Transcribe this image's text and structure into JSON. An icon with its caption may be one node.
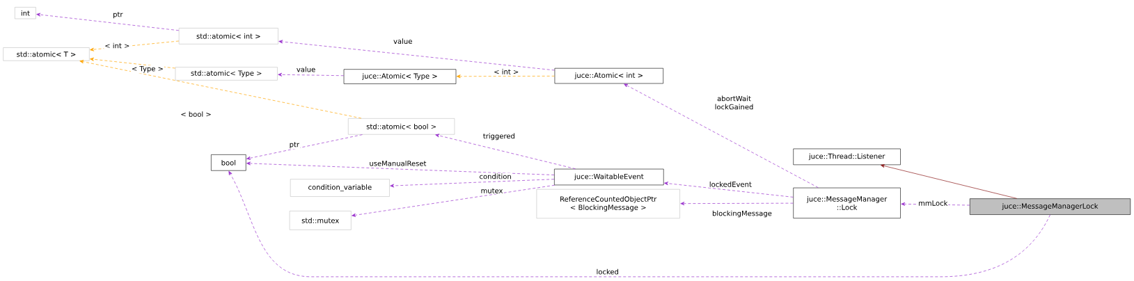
{
  "diagram": {
    "nodes": [
      {
        "text": [
          "int"
        ]
      },
      {
        "text": [
          "std::atomic< int >"
        ]
      },
      {
        "text": [
          "std::atomic< T >"
        ]
      },
      {
        "text": [
          "std::atomic< Type >"
        ]
      },
      {
        "text": [
          "juce::Atomic< Type >"
        ]
      },
      {
        "text": [
          "juce::Atomic< int >"
        ]
      },
      {
        "text": [
          "std::atomic< bool >"
        ]
      },
      {
        "text": [
          "bool"
        ]
      },
      {
        "text": [
          "juce::WaitableEvent"
        ]
      },
      {
        "text": [
          "condition_variable"
        ]
      },
      {
        "text": [
          "std::mutex"
        ]
      },
      {
        "text": [
          "juce::Thread::Listener"
        ]
      },
      {
        "text": [
          "juce::MessageManager ::Lock"
        ]
      },
      {
        "text": [
          "ReferenceCountedObjectPtr < BlockingMessage >"
        ]
      },
      {
        "text": [
          "juce::MessageManagerLock"
        ]
      }
    ],
    "edges": [
      {
        "from": 1,
        "to": 0,
        "arrow": "to",
        "label": "ptr",
        "style": "dashed"
      },
      {
        "from": 1,
        "to": 2,
        "arrow": "to",
        "label": "< int >",
        "style": "dashed",
        "color": "#ffa500"
      },
      {
        "from": 3,
        "to": 2,
        "arrow": "to",
        "label": "< Type >",
        "style": "dashed",
        "color": "#ffa500"
      },
      {
        "from": 6,
        "to": 2,
        "arrow": "to",
        "label": "< bool >",
        "style": "dashed",
        "color": "#ffa500"
      },
      {
        "from": 4,
        "to": 3,
        "arrow": "to",
        "label": "value",
        "style": "dashed"
      },
      {
        "from": 5,
        "to": 1,
        "arrow": "to",
        "label": "value",
        "style": "dashed"
      },
      {
        "from": 5,
        "to": 4,
        "arrow": "to",
        "label": "< int >",
        "style": "dashed",
        "color": "#ffa500"
      },
      {
        "from": 6,
        "to": 7,
        "arrow": "to",
        "label": "ptr",
        "style": "dashed"
      },
      {
        "from": 8,
        "to": 6,
        "arrow": "to",
        "label": "triggered",
        "style": "dashed"
      },
      {
        "from": 8,
        "to": 7,
        "arrow": "to",
        "label": "useManualReset",
        "style": "dashed"
      },
      {
        "from": 8,
        "to": 9,
        "arrow": "to",
        "label": "condition",
        "style": "dashed"
      },
      {
        "from": 8,
        "to": 10,
        "arrow": "to",
        "label": "mutex",
        "style": "dashed"
      },
      {
        "from": 12,
        "to": 5,
        "arrow": "to",
        "label": "abortWait lockGained",
        "style": "dashed"
      },
      {
        "from": 12,
        "to": 8,
        "arrow": "to",
        "label": "lockedEvent",
        "style": "dashed"
      },
      {
        "from": 12,
        "to": 13,
        "arrow": "to",
        "label": "blockingMessage",
        "style": "dashed"
      },
      {
        "from": 14,
        "to": 12,
        "arrow": "to",
        "label": "mmLock",
        "style": "dashed"
      },
      {
        "from": 14,
        "to": 11,
        "arrow": "to",
        "color": "#8b1a1a"
      },
      {
        "from": 14,
        "to": 7,
        "arrow": "to",
        "label": "locked",
        "style": "dashed"
      }
    ]
  }
}
